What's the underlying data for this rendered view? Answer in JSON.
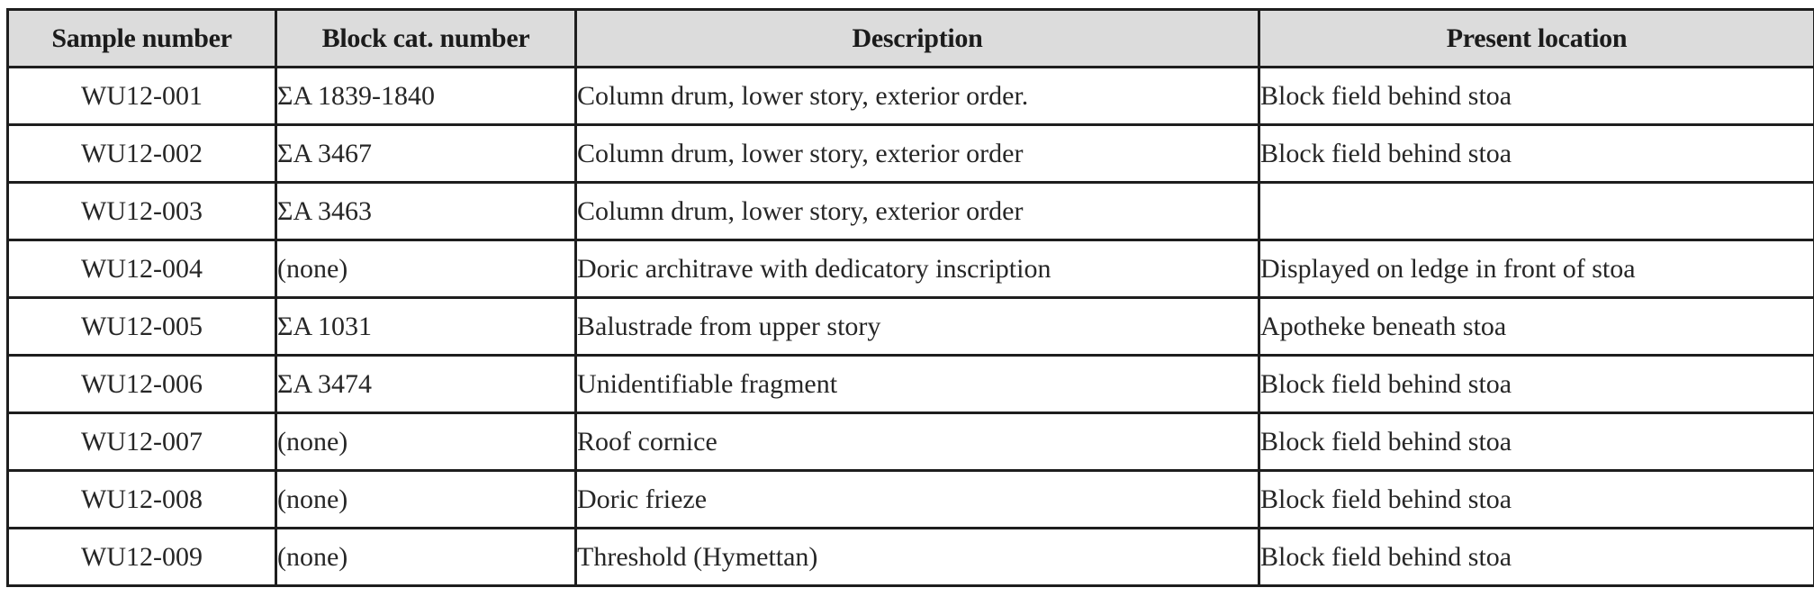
{
  "table": {
    "headers": {
      "sample_number": "Sample number",
      "block_cat_number": "Block cat. number",
      "description": "Description",
      "present_location": "Present location"
    },
    "rows": [
      {
        "sample": "WU12-001",
        "block": "ΣA 1839-1840",
        "description": "Column drum, lower story, exterior order.",
        "location": "Block field behind stoa"
      },
      {
        "sample": "WU12-002",
        "block": "ΣA 3467",
        "description": "Column drum, lower story, exterior order",
        "location": "Block field behind stoa"
      },
      {
        "sample": "WU12-003",
        "block": "ΣA 3463",
        "description": "Column drum, lower story, exterior order",
        "location": ""
      },
      {
        "sample": "WU12-004",
        "block": "(none)",
        "description": "Doric architrave with dedicatory inscription",
        "location": "Displayed on ledge in front of stoa"
      },
      {
        "sample": "WU12-005",
        "block": "ΣA 1031",
        "description": "Balustrade from upper story",
        "location": "Apotheke beneath stoa"
      },
      {
        "sample": "WU12-006",
        "block": "ΣA 3474",
        "description": "Unidentifiable fragment",
        "location": "Block field behind stoa"
      },
      {
        "sample": "WU12-007",
        "block": "(none)",
        "description": "Roof cornice",
        "location": "Block field behind stoa"
      },
      {
        "sample": "WU12-008",
        "block": "(none)",
        "description": "Doric frieze",
        "location": "Block field behind stoa"
      },
      {
        "sample": "WU12-009",
        "block": "(none)",
        "description": "Threshold (Hymettan)",
        "location": "Block field behind stoa"
      }
    ]
  },
  "colors": {
    "header_background": "#dcdcdc",
    "border": "#1e1e1e",
    "text": "#262626"
  }
}
